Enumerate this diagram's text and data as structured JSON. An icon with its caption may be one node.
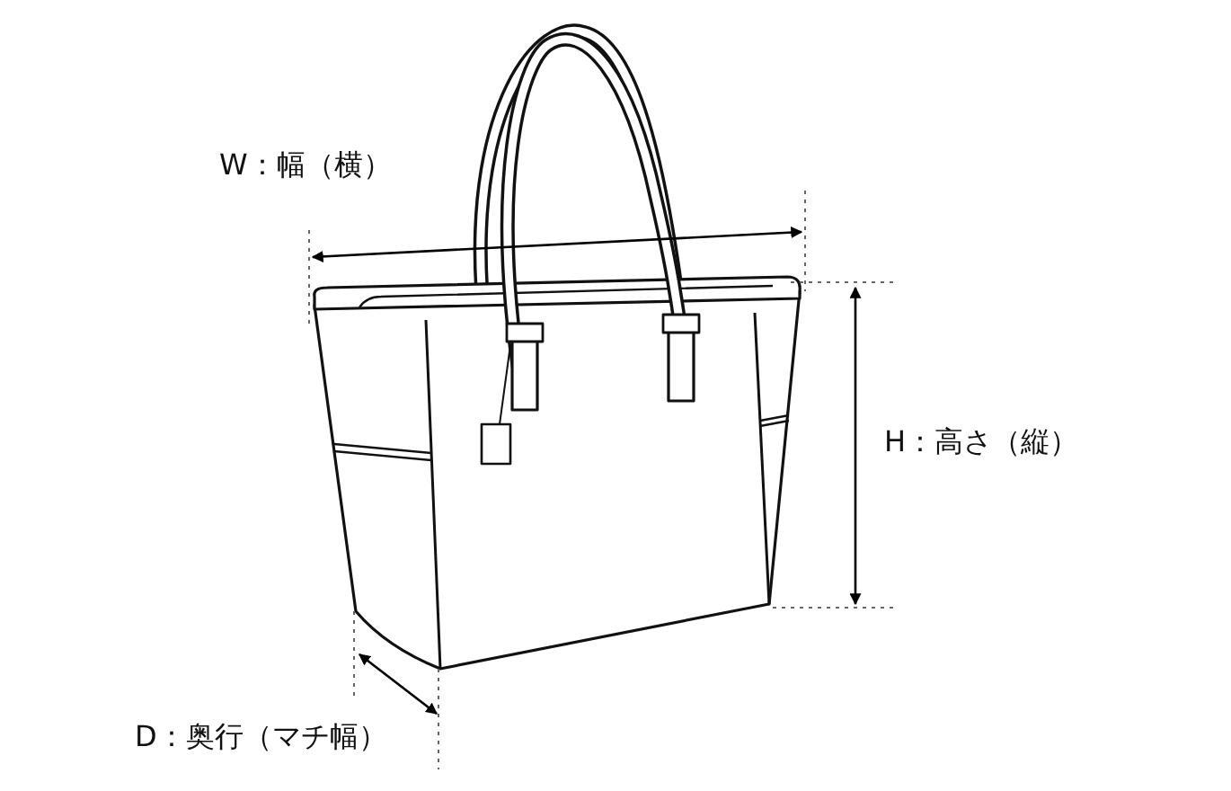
{
  "diagram": {
    "labels": [
      "W：幅（横）",
      "H：高さ（縦）",
      "D：奥行（マチ幅）"
    ]
  }
}
